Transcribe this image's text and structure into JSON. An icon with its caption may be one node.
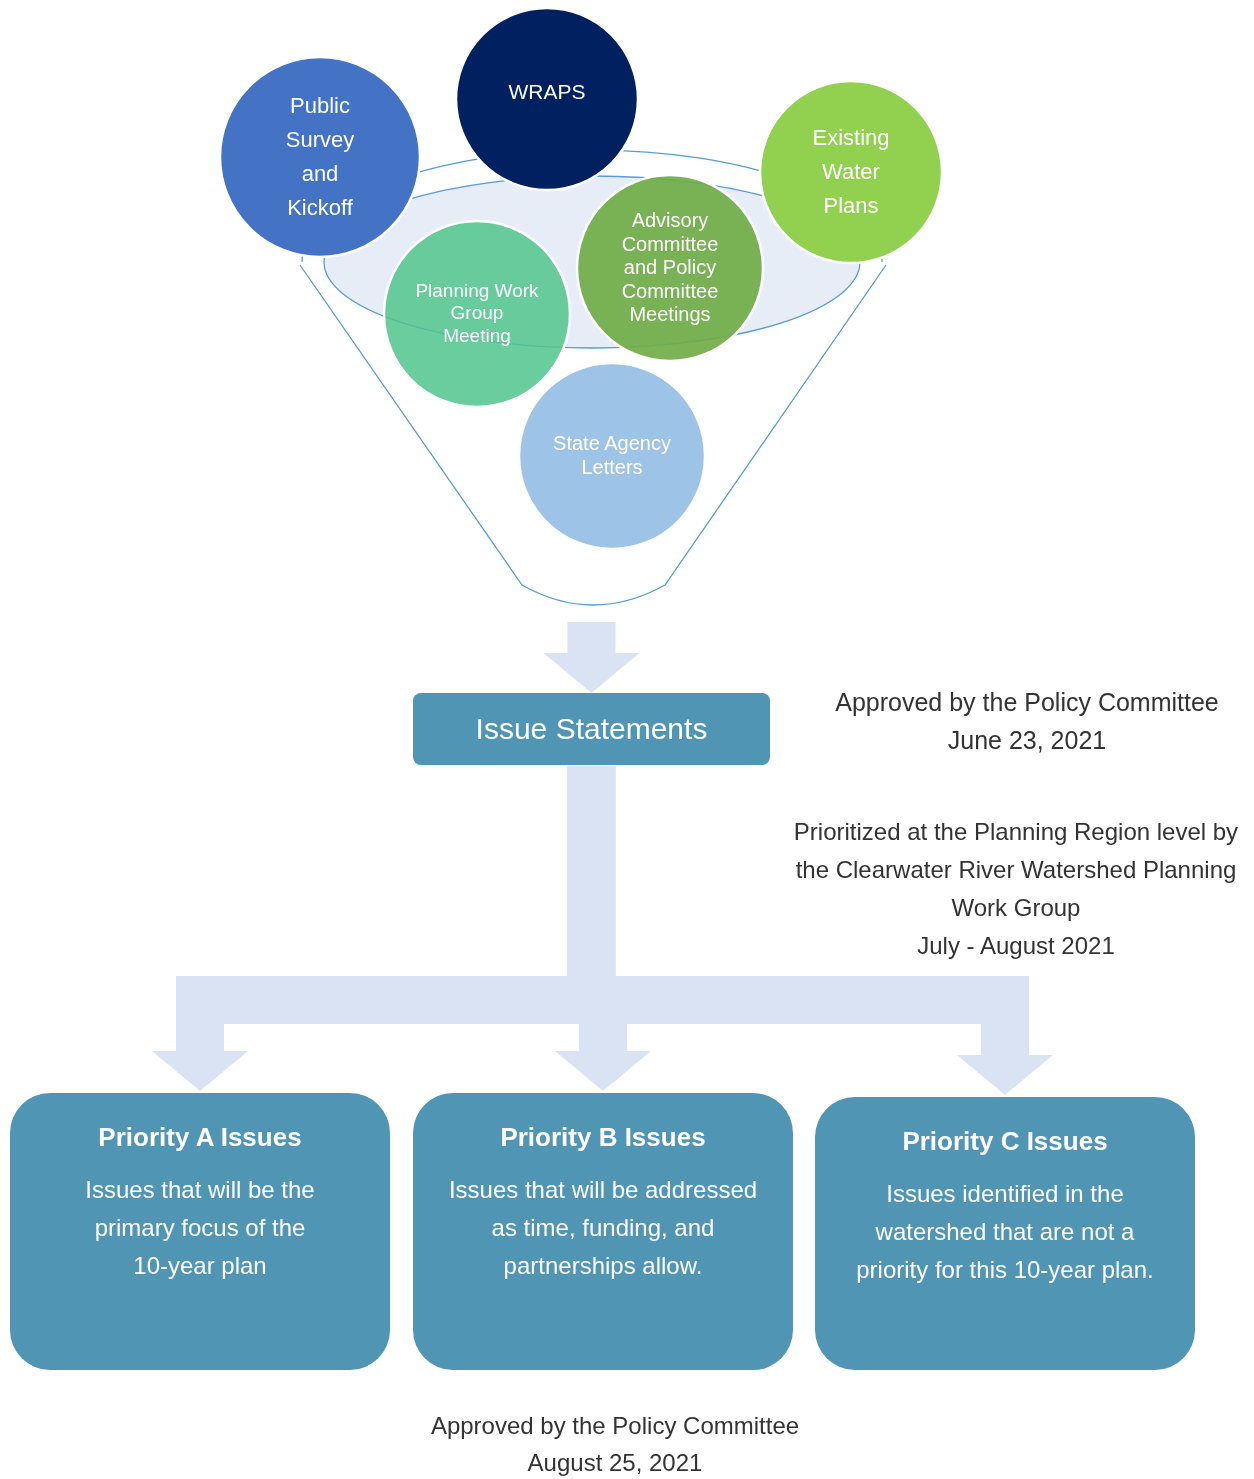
{
  "diagram": {
    "nodes": [
      {
        "text": [],
        "shape": "funnel"
      },
      {
        "text": [
          "Public Survey and Kickoff"
        ]
      },
      {
        "text": [
          "WRAPS"
        ]
      },
      {
        "text": [
          "Existing Water Plans"
        ]
      },
      {
        "text": [
          "Planning Work Group Meeting"
        ],
        "in": 0
      },
      {
        "text": [
          "Advisory Committee and Policy Committee Meetings"
        ],
        "in": 0
      },
      {
        "text": [
          "State Agency Letters"
        ],
        "in": 0
      },
      {
        "text": [
          "Issue Statements"
        ],
        "beside": [
          "Approved by the Policy Committee",
          "June 23, 2021"
        ]
      },
      {
        "text": [
          "Priority A Issues",
          "Issues that will be the primary focus of the 10-year plan"
        ]
      },
      {
        "text": [
          "Priority B Issues",
          "Issues that will be addressed as time, funding, and partnerships allow."
        ]
      },
      {
        "text": [
          "Priority C Issues",
          "Issues identified in the watershed that are not a priority for this 10-year plan."
        ]
      }
    ],
    "edges": [
      {
        "from": 0,
        "to": 7,
        "arrow": "to"
      },
      {
        "from": 7,
        "to": 8,
        "arrow": "to"
      },
      {
        "from": 7,
        "to": 9,
        "arrow": "to"
      },
      {
        "from": 7,
        "to": 10,
        "arrow": "to"
      }
    ],
    "labels": [
      "Prioritized at the Planning Region level by the Clearwater River Watershed Planning Work Group",
      "July - August 2021",
      "Approved by the Policy Committee",
      "August 25, 2021"
    ]
  }
}
